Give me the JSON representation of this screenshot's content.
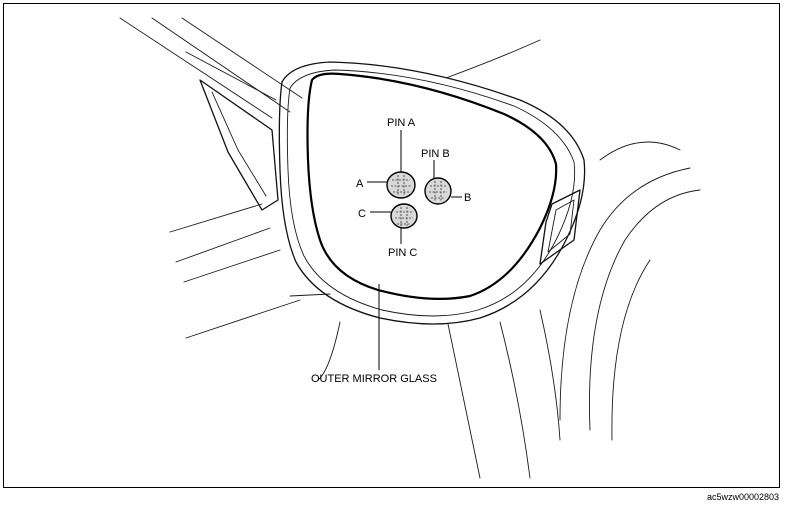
{
  "labels": {
    "pin_a": "PIN A",
    "pin_b": "PIN B",
    "pin_c": "PIN C",
    "letter_a": "A",
    "letter_b": "B",
    "letter_c": "C",
    "outer_mirror_glass": "OUTER MIRROR GLASS"
  },
  "figure_code": "ac5wzw00002803",
  "colors": {
    "line": "#000000",
    "pin_fill": "#d9d9d9",
    "background": "#ffffff"
  }
}
